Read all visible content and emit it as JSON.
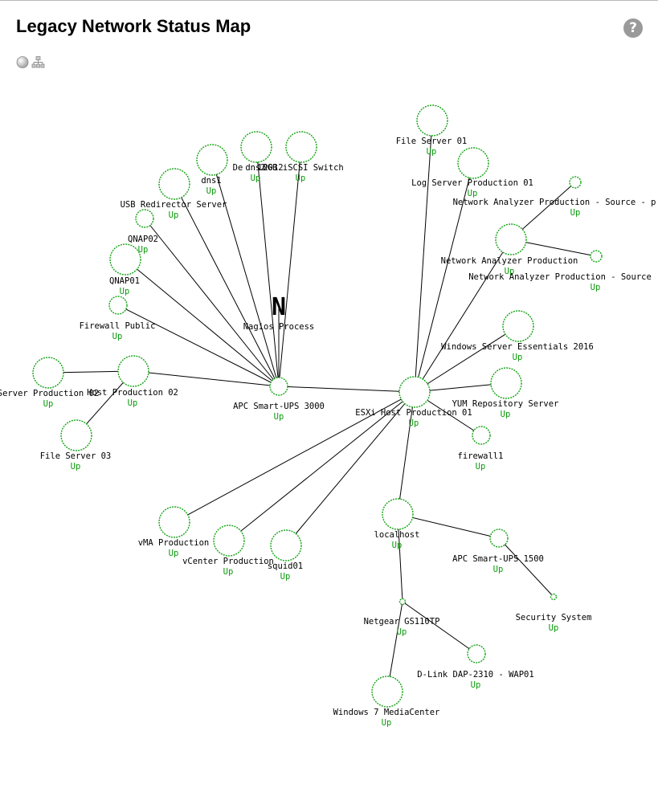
{
  "page": {
    "title": "Legacy Network Status Map",
    "help": "?"
  },
  "toolbar": {
    "icons": [
      "circle-view-icon",
      "tree-view-icon"
    ]
  },
  "map": {
    "status_color": "#0a9a0a",
    "root_label": "N",
    "nodes": [
      {
        "id": "nagios",
        "label": "Nagios Process",
        "status": ""
      },
      {
        "id": "apc3000",
        "label": "APC Smart-UPS 3000",
        "status": "Up"
      },
      {
        "id": "esxi",
        "label": "ESXi Host Production 01",
        "status": "Up"
      },
      {
        "id": "fileserver01",
        "label": "File Server 01",
        "status": "Up"
      },
      {
        "id": "logserver",
        "label": "Log Server Production 01",
        "status": "Up"
      },
      {
        "id": "nasrcp",
        "label": "Network Analyzer Production - Source - p",
        "status": "Up"
      },
      {
        "id": "naprod",
        "label": "Network Analyzer Production",
        "status": "Up"
      },
      {
        "id": "nasrc",
        "label": "Network Analyzer Production - Source",
        "status": "Up"
      },
      {
        "id": "wse2016",
        "label": "Windows Server Essentials 2016",
        "status": "Up"
      },
      {
        "id": "yum",
        "label": "YUM Repository Server",
        "status": "Up"
      },
      {
        "id": "firewall1",
        "label": "firewall1",
        "status": "Up"
      },
      {
        "id": "localhost",
        "label": "localhost",
        "status": "Up"
      },
      {
        "id": "apc1500",
        "label": "APC Smart-UPS 1500",
        "status": "Up"
      },
      {
        "id": "security",
        "label": "Security System",
        "status": "Up"
      },
      {
        "id": "netgear",
        "label": "Netgear GS110TP",
        "status": "Up"
      },
      {
        "id": "dlink",
        "label": "D-Link DAP-2310 - WAP01",
        "status": "Up"
      },
      {
        "id": "win7",
        "label": "Windows 7 MediaCenter",
        "status": "Up"
      },
      {
        "id": "squid",
        "label": "squid01",
        "status": "Up"
      },
      {
        "id": "vcenter",
        "label": "vCenter Production",
        "status": "Up"
      },
      {
        "id": "vma",
        "label": "vMA Production",
        "status": "Up"
      },
      {
        "id": "hostprod02",
        "label": "Host Production 02",
        "status": "Up"
      },
      {
        "id": "serverprod02",
        "label": "Server Production 02",
        "status": "Up"
      },
      {
        "id": "fileserver03",
        "label": "File Server 03",
        "status": "Up"
      },
      {
        "id": "fwpublic",
        "label": "Firewall Public",
        "status": "Up"
      },
      {
        "id": "qnap01",
        "label": "QNAP01",
        "status": "Up"
      },
      {
        "id": "qnap02",
        "label": "QNAP02",
        "status": "Up"
      },
      {
        "id": "usbred",
        "label": "USB Redirector Server",
        "status": "Up"
      },
      {
        "id": "dns1",
        "label": "dns1",
        "status": "Up"
      },
      {
        "id": "dns2",
        "label": "dns2",
        "status": "Up"
      },
      {
        "id": "de2012",
        "label": "De 2012",
        "status": "Up"
      },
      {
        "id": "iscsi",
        "label": "10GB iSCSI Switch",
        "status": "Up"
      }
    ]
  }
}
